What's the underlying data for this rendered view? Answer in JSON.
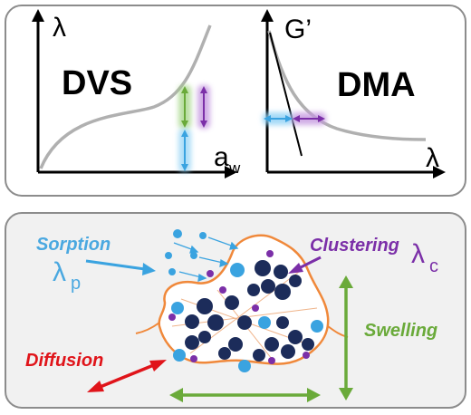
{
  "top_panel": {
    "left_plot": {
      "title": "DVS",
      "y_axis_label": "λ",
      "x_axis_label": "a",
      "x_axis_subscript": "w"
    },
    "right_plot": {
      "title": "DMA",
      "y_axis_label": "G’",
      "x_axis_label": "λ"
    }
  },
  "bottom_panel": {
    "sorption_label": "Sorption",
    "sorption_symbol": "λ",
    "sorption_subscript": "p",
    "clustering_label": "Clustering",
    "clustering_symbol": "λ",
    "clustering_subscript": "c",
    "swelling_label": "Swelling",
    "diffusion_label": "Diffusion"
  },
  "colors": {
    "panel_border": "#8c8c8c",
    "bottom_panel_fill": "#f1f1f1",
    "curve_gray": "#b0b0b0",
    "sorption_blue": "#4aa8e0",
    "clustering_purple": "#7b2fa8",
    "swelling_green": "#6aaa3a",
    "diffusion_red": "#e0141a",
    "membrane_orange": "#f0883a",
    "dark_blue_circle": "#1c2c5a",
    "light_blue_circle": "#3aa3e0"
  }
}
